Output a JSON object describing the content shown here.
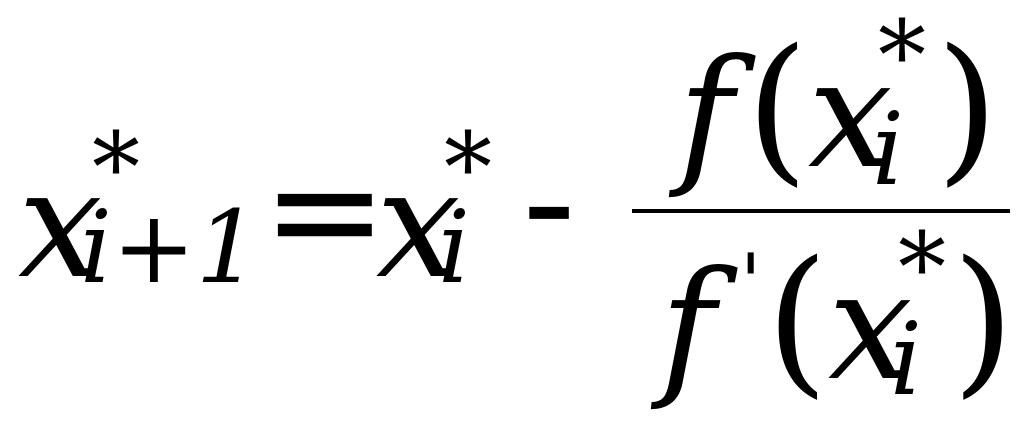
{
  "formula": {
    "lhs": {
      "variable": "x",
      "subscript": "i+1",
      "superscript": "*"
    },
    "equals": "=",
    "rhs_term": {
      "variable": "x",
      "subscript": "i",
      "superscript": "*"
    },
    "minus": "-",
    "fraction": {
      "numerator": {
        "function": "f",
        "open_paren": "(",
        "variable": "x",
        "subscript": "i",
        "superscript": "*",
        "close_paren": ")"
      },
      "denominator": {
        "function": "f",
        "prime": "'",
        "open_paren": "(",
        "variable": "x",
        "subscript": "i",
        "superscript": "*",
        "close_paren": ")"
      }
    }
  }
}
